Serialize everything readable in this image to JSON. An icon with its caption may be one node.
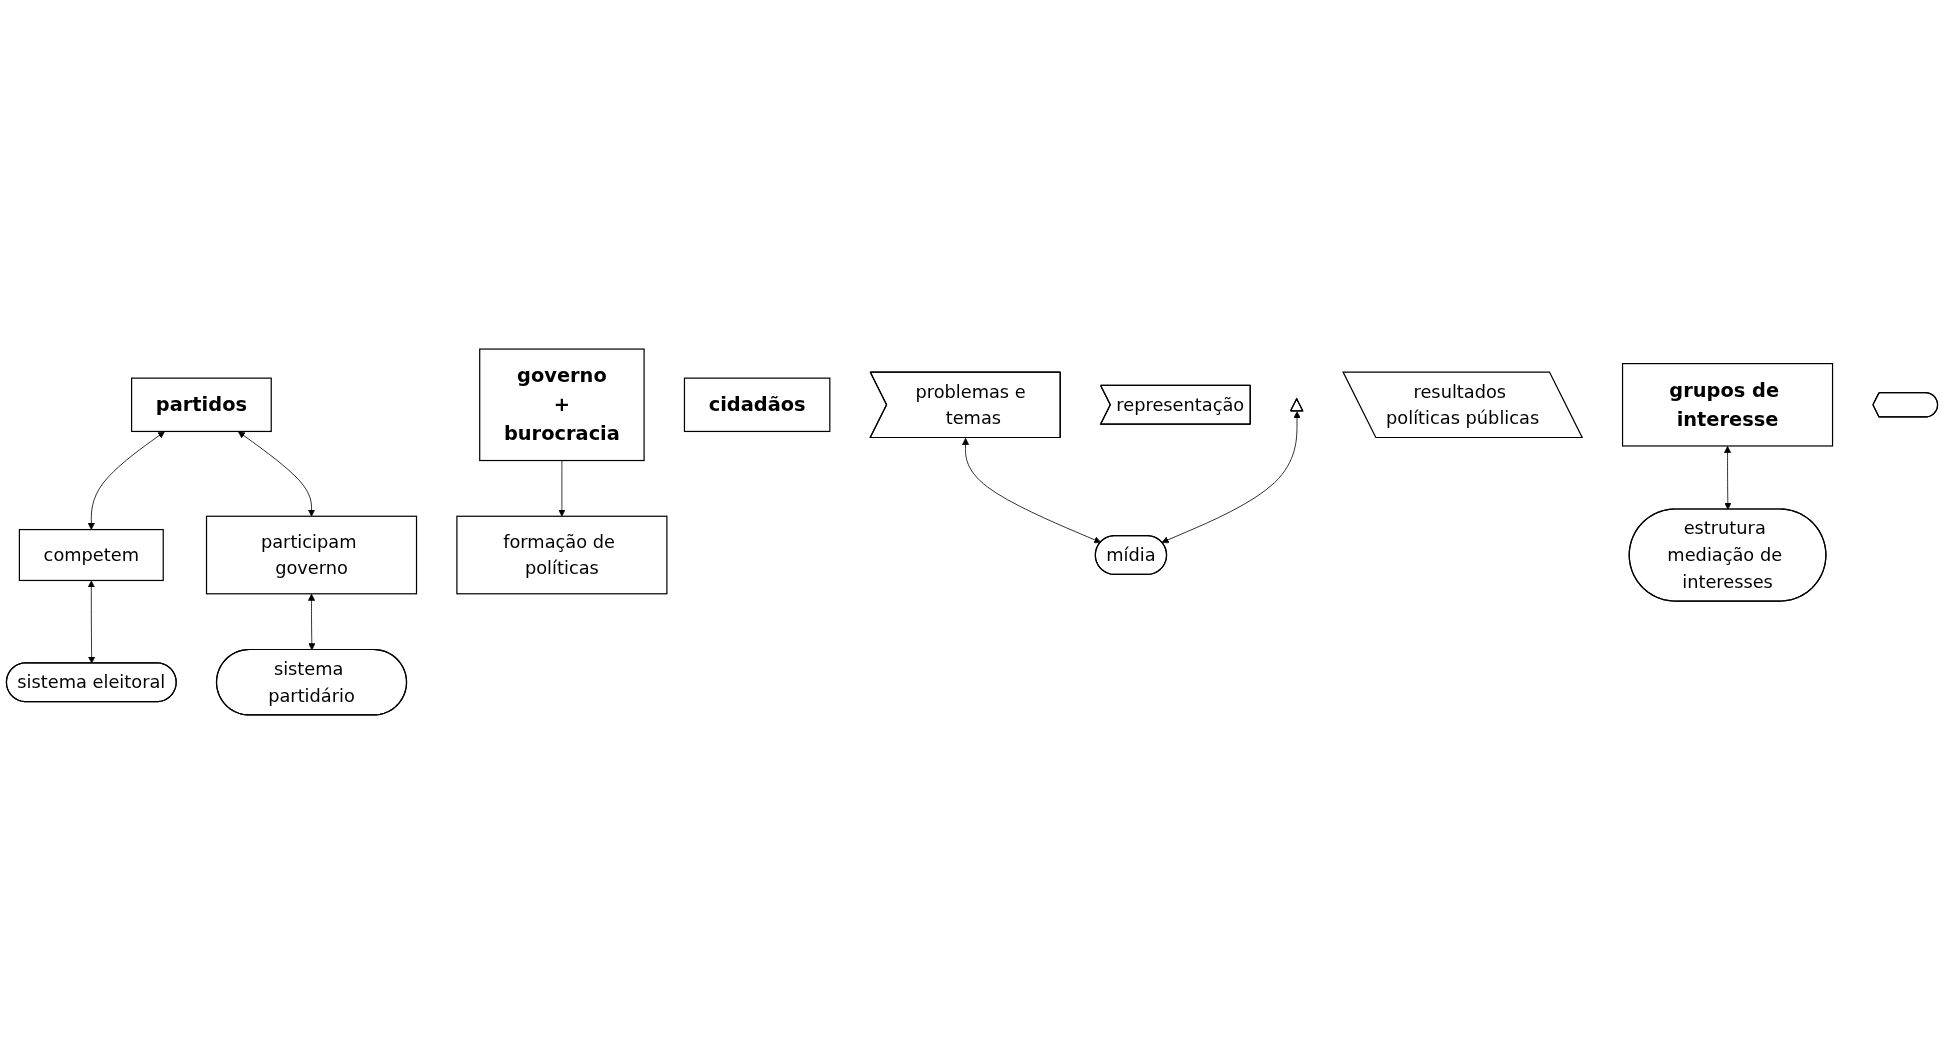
{
  "diagram": {
    "nodes": [
      {
        "text": [
          "partidos"
        ]
      },
      {
        "text": [
          "grupos de interesse"
        ]
      },
      {
        "text": [
          "competem"
        ]
      },
      {
        "text": [
          "participam governo"
        ]
      },
      {
        "text": [
          "cidadãos"
        ]
      },
      {
        "text": [
          "problemas e temas"
        ]
      },
      {
        "text": [
          "representação"
        ]
      },
      {
        "text": [
          "governo",
          "+",
          "burocracia"
        ]
      },
      {
        "text": [
          "formação de políticas"
        ]
      },
      {
        "text": [
          "mídia"
        ]
      },
      {
        "text": [
          "sistema eleitoral"
        ]
      },
      {
        "text": [
          "sistema partidário"
        ]
      },
      {
        "text": [
          "estrutura mediação de interesses"
        ]
      },
      {
        "text": [
          "resultados políticas públicas"
        ]
      },
      {
        "text": [],
        "shape": "arrow"
      },
      {
        "text": [],
        "shape": "arrow"
      }
    ],
    "edges": [
      {
        "from": 0,
        "to": 2,
        "arrow": "both"
      },
      {
        "from": 0,
        "to": 3,
        "arrow": "both"
      },
      {
        "from": 2,
        "to": 10,
        "arrow": "both"
      },
      {
        "from": 3,
        "to": 11,
        "arrow": "both"
      },
      {
        "from": 1,
        "to": 12,
        "arrow": "both"
      },
      {
        "from": 5,
        "to": 9,
        "arrow": "both"
      },
      {
        "from": 14,
        "to": 9,
        "arrow": "both"
      },
      {
        "from": 7,
        "to": 8,
        "arrow": "to"
      }
    ]
  }
}
